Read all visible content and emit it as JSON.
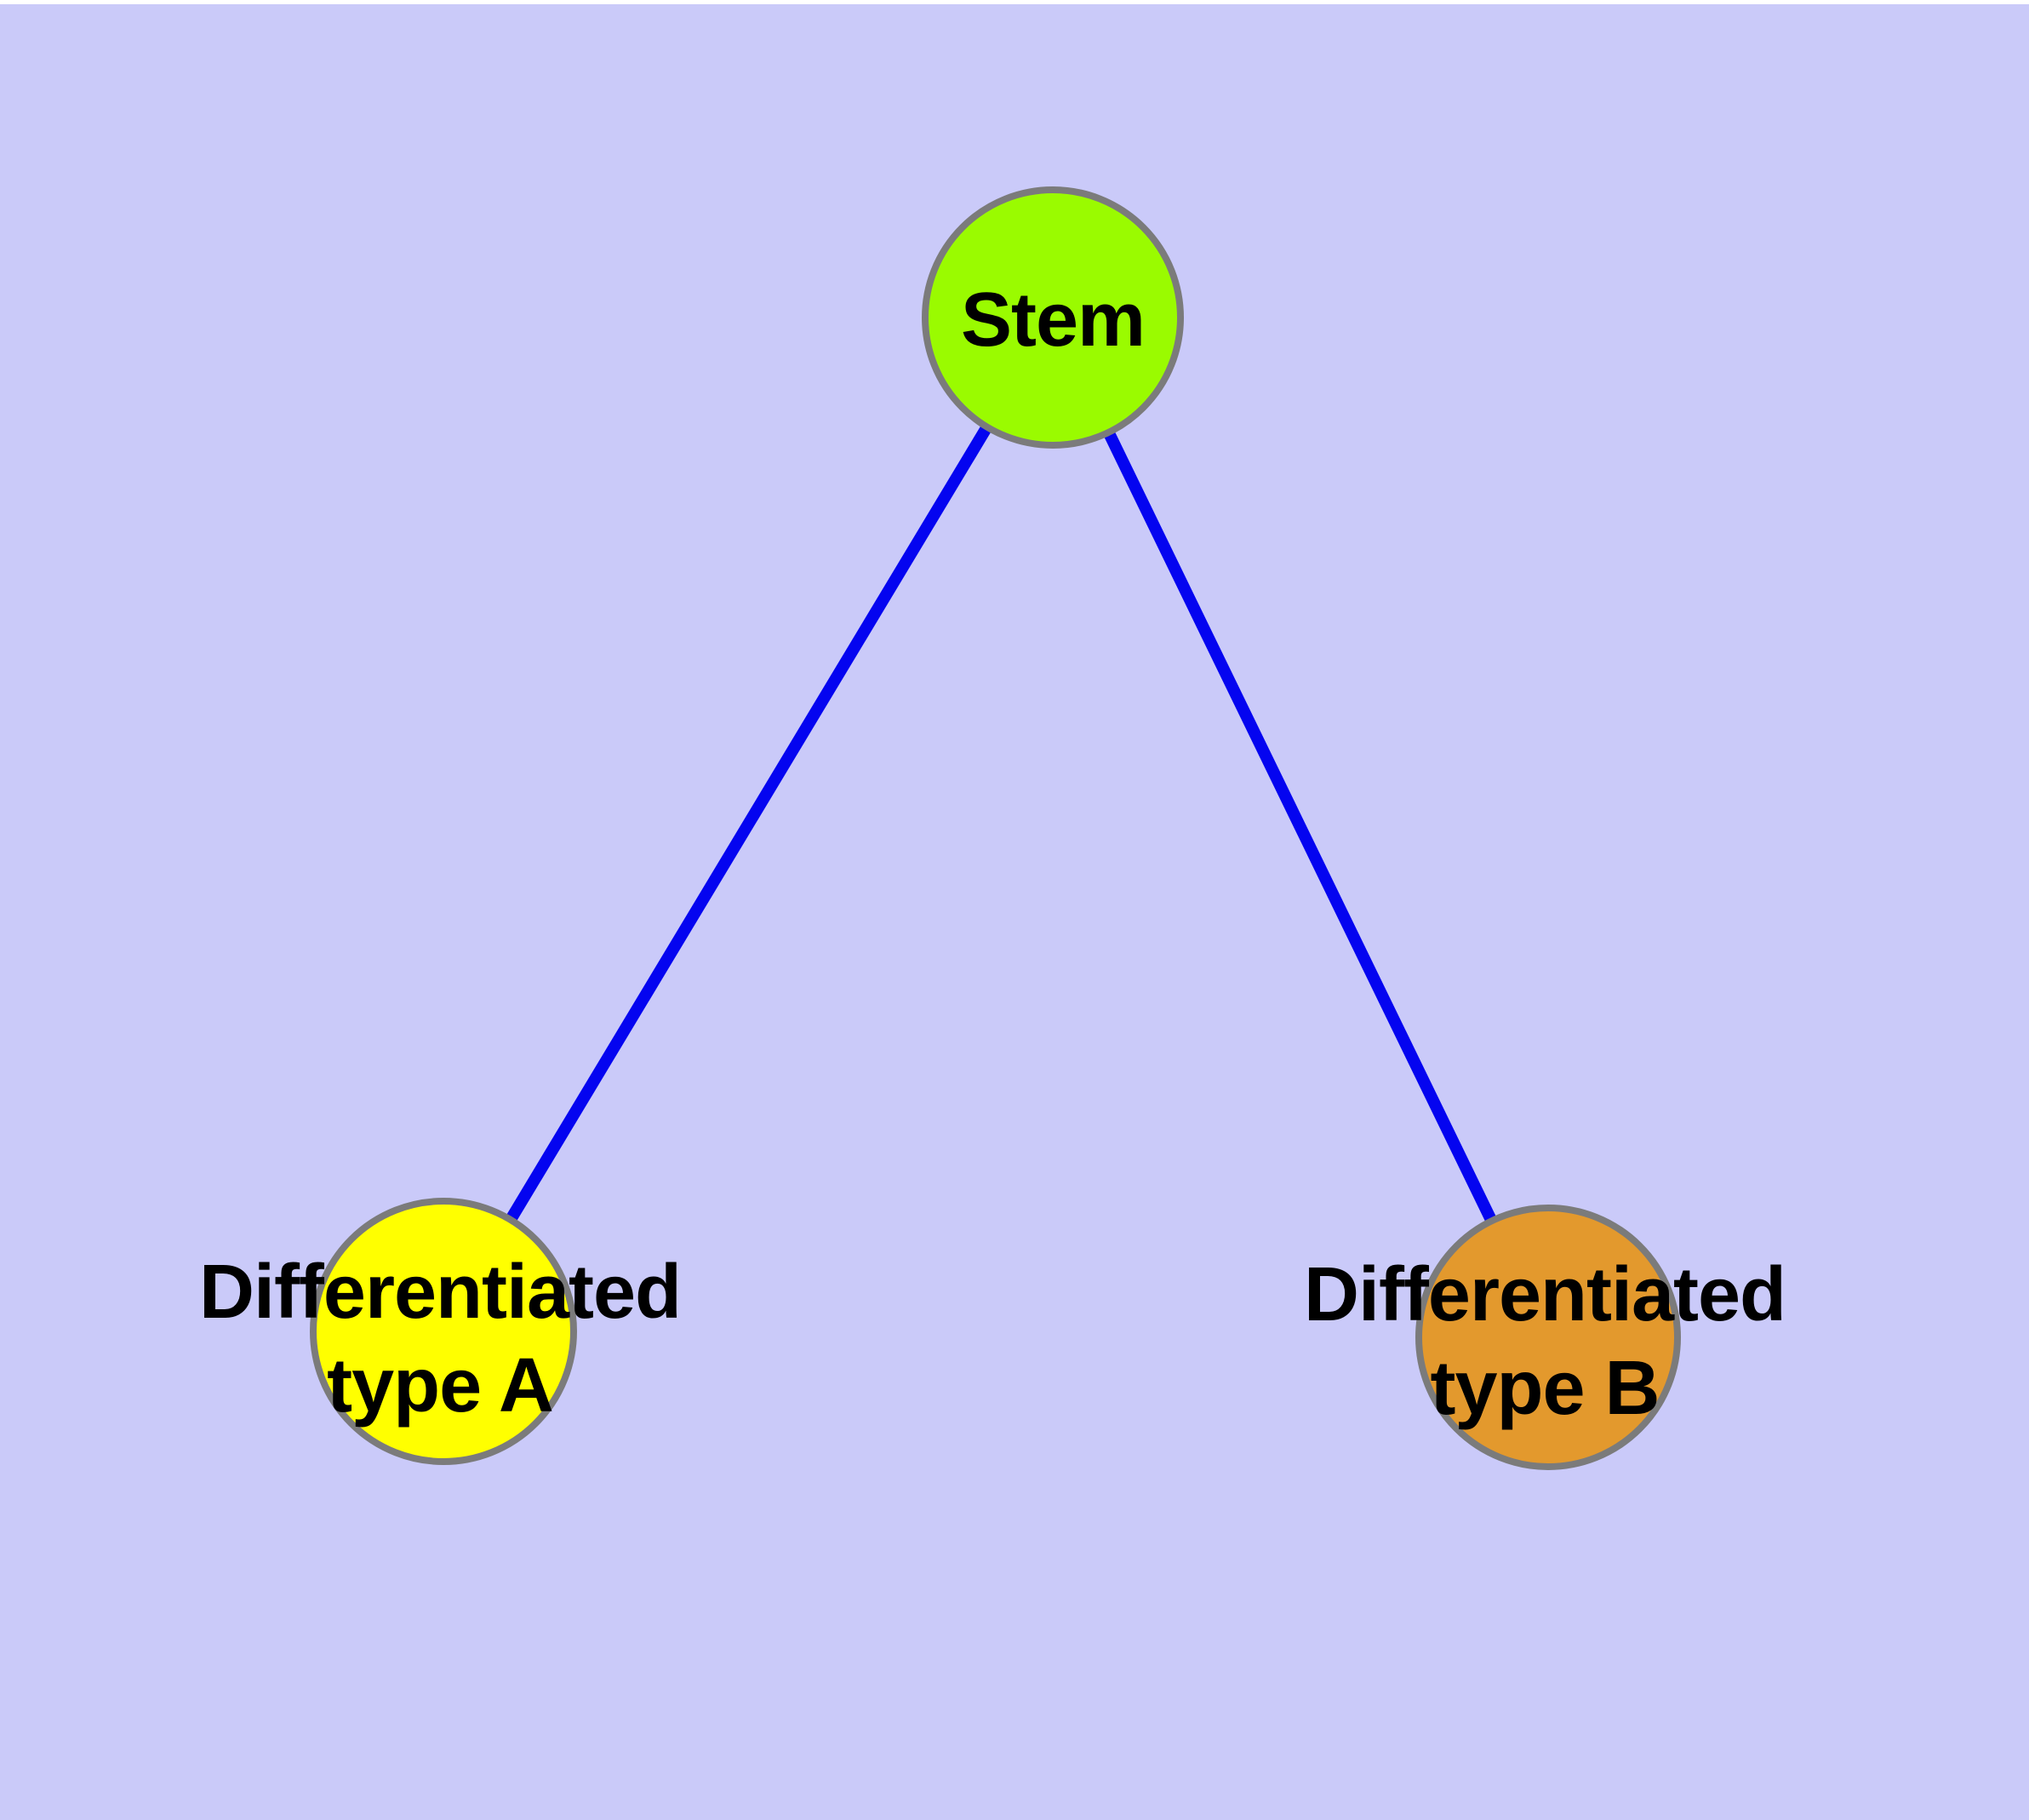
{
  "page": {
    "background_color": "#ffffff",
    "canvas_color": "#cacaf9"
  },
  "diagram": {
    "type": "graph",
    "description": "Stem cell differentiation tree: a Stem node linked to two differentiated cell-type nodes",
    "edge_color": "#0404f0",
    "node_border_color": "#7b7b7b",
    "label_color": "#000000",
    "nodes": {
      "stem": {
        "label": "Stem",
        "fill": "#9afb00"
      },
      "typeA": {
        "label": "Differentiated type A",
        "line1": "Differentiated",
        "line2": "type A",
        "fill": "#ffff00"
      },
      "typeB": {
        "label": "Differentiated type B",
        "line1": "Differentiated",
        "line2": "type B",
        "fill": "#e3992d"
      }
    },
    "edges": [
      {
        "from": "Stem",
        "to": "Differentiated type A"
      },
      {
        "from": "Stem",
        "to": "Differentiated type B"
      }
    ]
  }
}
